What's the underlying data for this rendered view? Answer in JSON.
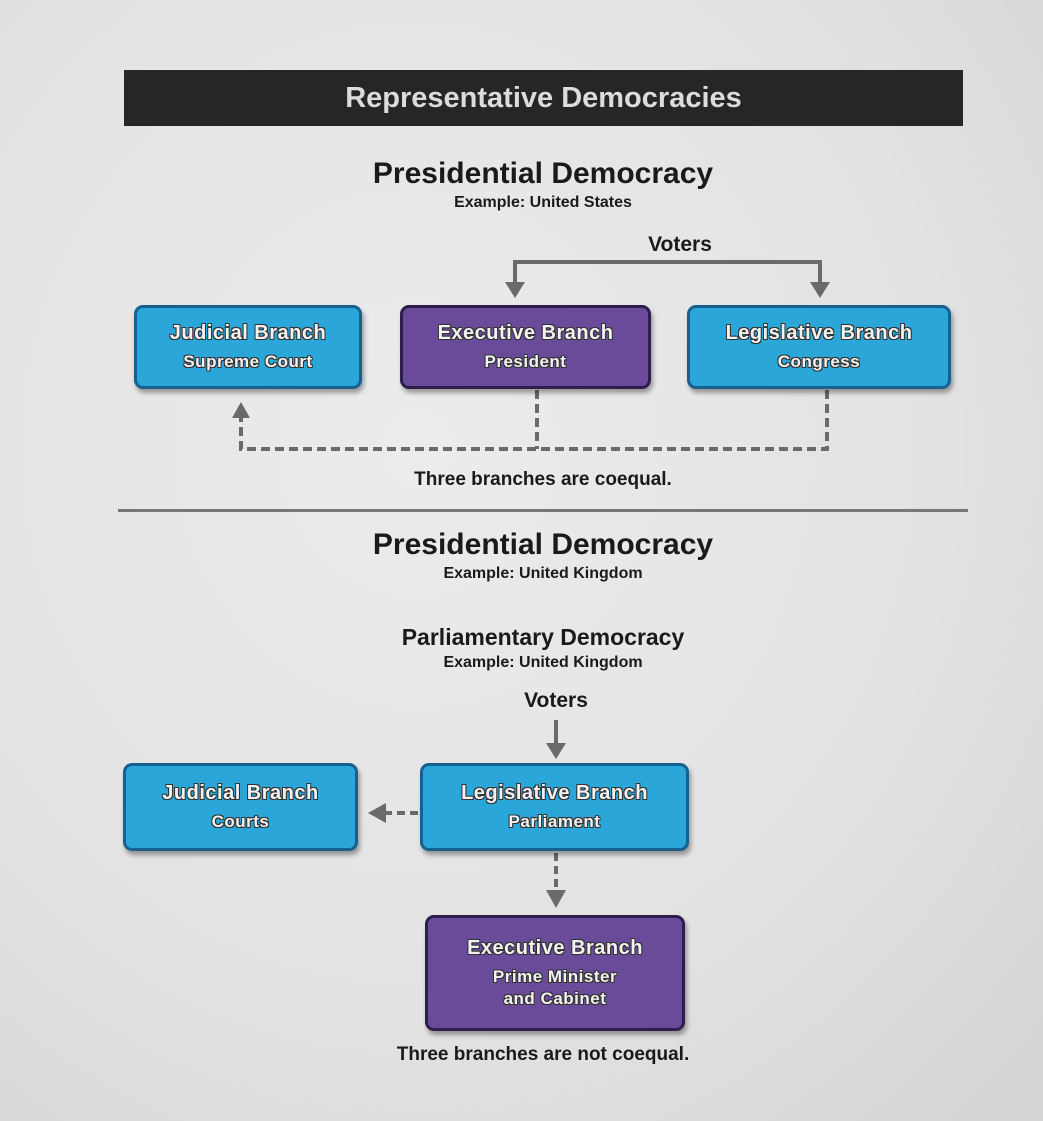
{
  "title": "Representative Democracies",
  "top": {
    "heading": "Presidential Democracy",
    "example": "Example: United States",
    "voters": "Voters",
    "boxes": [
      {
        "title": "Judicial Branch",
        "subtitle": "Supreme Court",
        "color": "#2aa7d8"
      },
      {
        "title": "Executive Branch",
        "subtitle": "President",
        "color": "#6a4b99"
      },
      {
        "title": "Legislative Branch",
        "subtitle": "Congress",
        "color": "#2aa7d8"
      }
    ],
    "note": "Three branches are coequal."
  },
  "bottom": {
    "heading": "Presidential Democracy",
    "example": "Example: United Kingdom",
    "subheading": "Parliamentary Democracy",
    "subexample": "Example: United Kingdom",
    "voters": "Voters",
    "boxes": [
      {
        "title": "Judicial Branch",
        "subtitle": "Courts",
        "color": "#2aa7d8"
      },
      {
        "title": "Legislative Branch",
        "subtitle": "Parliament",
        "color": "#2aa7d8"
      },
      {
        "title": "Executive Branch",
        "subtitle": "Prime Minister and Cabinet",
        "subtitle_line1": "Prime Minister",
        "subtitle_line2": "and Cabinet",
        "color": "#6a4b99"
      }
    ],
    "note": "Three branches are not coequal."
  }
}
